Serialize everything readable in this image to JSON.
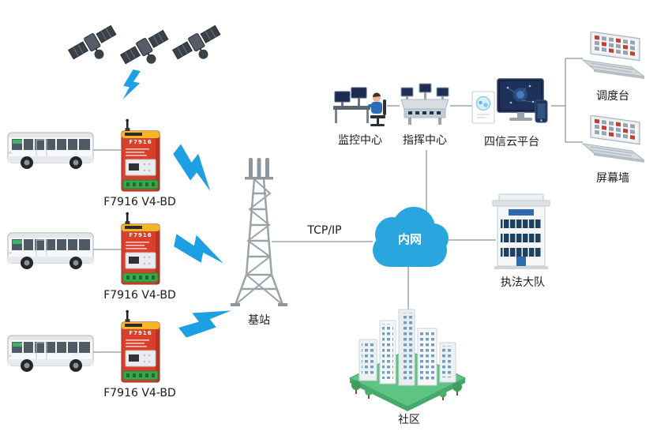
{
  "diagram": {
    "modem": {
      "brand": "F7916",
      "model_label": "F7916 V4-BD"
    },
    "labels": {
      "base_station": "基站",
      "protocol": "TCP/IP",
      "intranet": "内网",
      "monitoring_center": "监控中心",
      "command_center": "指挥中心",
      "cloud_platform": "四信云平台",
      "dispatch_console": "调度台",
      "screen_wall": "屏幕墙",
      "law_enforcement_brigade": "执法大队",
      "community": "社区"
    },
    "colors": {
      "lightning_blue": "#1e9ee3",
      "cloud_blue": "#2aa6df",
      "modem_red": "#d8402c",
      "modem_yellow": "#f2b722",
      "terminal_green": "#39a64b",
      "tower_gray": "#99a3aa",
      "connector_gray": "#8f959a",
      "window_navy": "#20405f",
      "grass_green": "#5fc383"
    },
    "icons": [
      "satellite-icon",
      "bus-icon",
      "modem-icon",
      "lightning-icon",
      "base-station-tower-icon",
      "intranet-cloud-icon",
      "monitoring-center-icon",
      "command-center-icon",
      "cloud-platform-monitor-icon",
      "dispatch-console-icon",
      "screen-wall-icon",
      "law-enforcement-building-icon",
      "community-city-icon"
    ]
  }
}
